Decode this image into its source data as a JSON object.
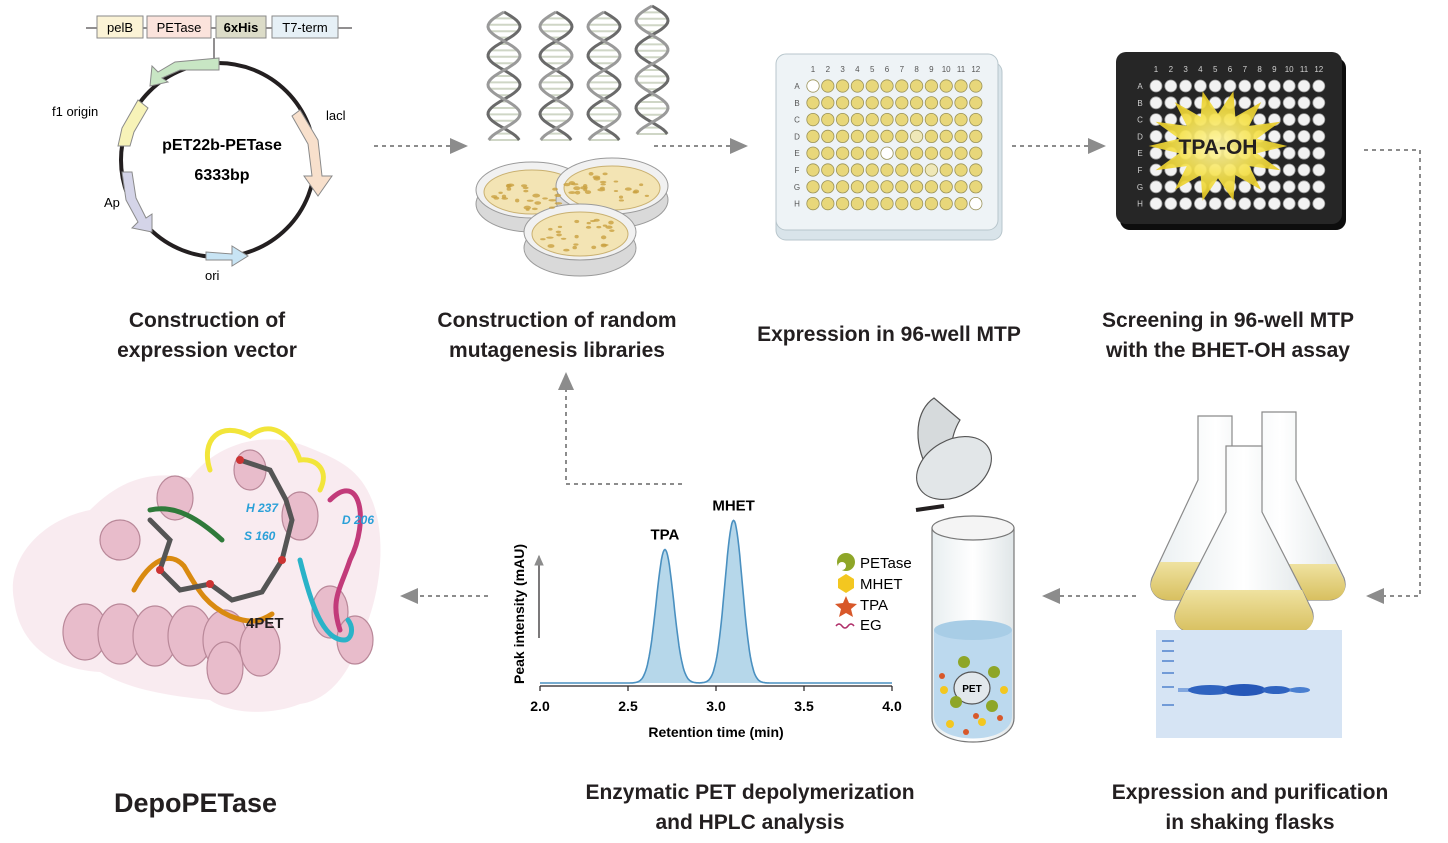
{
  "vector": {
    "segments": [
      "pelB",
      "PETase",
      "6xHis",
      "T7-term"
    ],
    "name": "pET22b-PETase",
    "size": "6333bp",
    "features": {
      "f1": "f1 origin",
      "ap": "Ap",
      "ori": "ori",
      "lacl": "lacl"
    }
  },
  "plate": {
    "cols": [
      "1",
      "2",
      "3",
      "4",
      "5",
      "6",
      "7",
      "8",
      "9",
      "10",
      "11",
      "12"
    ],
    "rows": [
      "A",
      "B",
      "C",
      "D",
      "E",
      "F",
      "G",
      "H"
    ],
    "screen_label": "TPA-OH"
  },
  "steps": {
    "s1": [
      "Construction of",
      "expression vector"
    ],
    "s2": [
      "Construction of random",
      "mutagenesis libraries"
    ],
    "s3": [
      "Expression in 96-well MTP"
    ],
    "s4": [
      "Screening in 96-well MTP",
      "with the BHET-OH assay"
    ],
    "s5": [
      "Expression and purification",
      "in shaking flasks"
    ],
    "s6": [
      "Enzymatic PET depolymerization",
      "and HPLC analysis"
    ],
    "s7": "DepoPETase"
  },
  "structure": {
    "residues": [
      "H 237",
      "S 160",
      "D 206"
    ],
    "ligand": "4PET"
  },
  "tube": {
    "legend": [
      "PETase",
      "MHET",
      "TPA",
      "EG"
    ],
    "particle": "PET"
  },
  "colors": {
    "arrow": "#8c8c8c",
    "well_yellow": "#e8d77a",
    "chart_line": "#4a90c0",
    "chart_fill": "#b6d7ea"
  },
  "chart_data": {
    "type": "line",
    "xlabel": "Retention time (min)",
    "ylabel": "Peak intensity (mAU)",
    "xlim": [
      2.0,
      4.0
    ],
    "xticks": [
      "2.0",
      "2.5",
      "3.0",
      "3.5",
      "4.0"
    ],
    "peaks": [
      {
        "label": "TPA",
        "x": 2.71,
        "height": 0.78
      },
      {
        "label": "MHET",
        "x": 3.1,
        "height": 0.95
      }
    ]
  }
}
